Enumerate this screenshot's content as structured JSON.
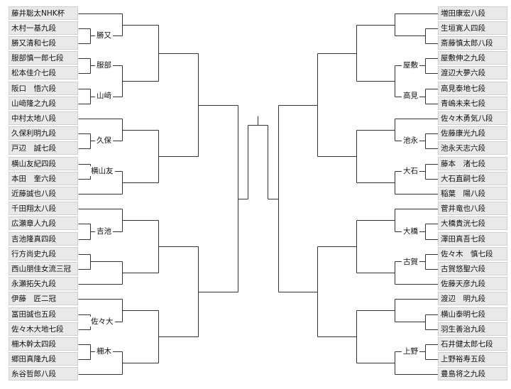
{
  "left_players": [
    "藤井聡太NHK杯",
    "木村一基九段",
    "勝又清和七段",
    "服部慎一郎七段",
    "松本佳介七段",
    "阪口　悟六段",
    "山﨑隆之九段",
    "中村太地八段",
    "久保利明九段",
    "戸辺　誠七段",
    "横山友紀四段",
    "本田　奎六段",
    "近藤誠也八段",
    "千田翔太八段",
    "広瀬章人九段",
    "吉池隆真四段",
    "行方尚史九段",
    "西山朋佳女流三冠",
    "永瀬拓矢九段",
    "伊藤　匠二冠",
    "冨田誠也五段",
    "佐々木大地七段",
    "柵木幹太四段",
    "郷田真隆九段",
    "糸谷哲郎八段"
  ],
  "right_players": [
    "増田康宏八段",
    "生垣寛人四段",
    "斎藤慎太郎八段",
    "屋敷伸之九段",
    "渡辺大夢六段",
    "高見泰地七段",
    "青嶋未来七段",
    "佐々木勇気八段",
    "佐藤康光九段",
    "池永天志六段",
    "藤本　渚七段",
    "大石直嗣七段",
    "稲葉　陽八段",
    "菅井竜也八段",
    "大橋貴洸七段",
    "澤田真吾七段",
    "佐々木　慎七段",
    "古賀悠聖六段",
    "佐藤天彦九段",
    "渡辺　明九段",
    "横山泰明七段",
    "羽生善治九段",
    "石井健太郎七段",
    "上野裕寿五段",
    "豊島将之九段"
  ],
  "left_winners": {
    "m1": "勝又",
    "m2": "服部",
    "m3": "山﨑",
    "m4": "久保",
    "m5": "横山友",
    "m6": "吉池",
    "m7": "佐々大",
    "m8": "柵木"
  },
  "right_winners": {
    "m1": "屋敷",
    "m2": "高見",
    "m3": "池永",
    "m4": "大石",
    "m5": "大橋",
    "m6": "古賀",
    "m7": "上野"
  }
}
